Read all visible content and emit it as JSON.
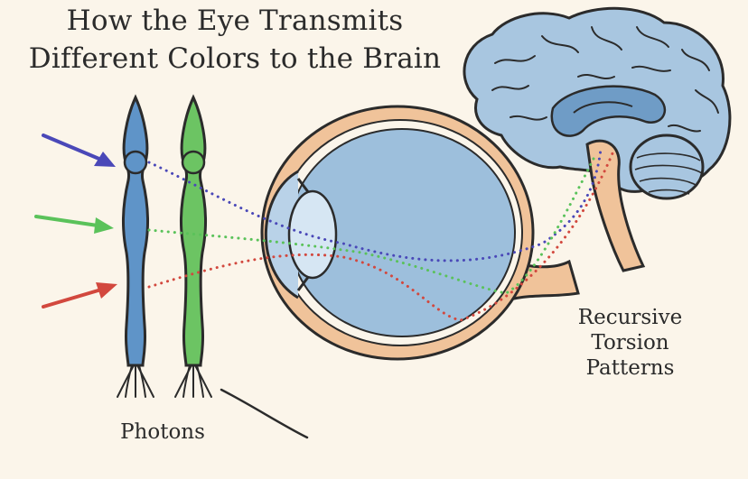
{
  "title": {
    "line1": "How the Eye Transmits",
    "line2": "Different Colors to the Brain"
  },
  "labels": {
    "photons": "Photons",
    "recursive_line1": "Recursive",
    "recursive_line2": "Torsion",
    "recursive_line3": "Patterns"
  },
  "colors": {
    "background": "#fbf5ea",
    "blue_photon": "#4a48b8",
    "green_photon": "#5ac25a",
    "red_photon": "#d2483e",
    "blue_cell": "#5f94c8",
    "green_cell": "#6cc463",
    "eye_blue": "#9dbfdc",
    "brain_blue": "#a8c6e0",
    "tissue_peach": "#f0c39a",
    "outline": "#2b2b2b"
  },
  "icons": [
    "blue-arrow-icon",
    "green-arrow-icon",
    "red-arrow-icon",
    "blue-receptor-cell",
    "green-receptor-cell",
    "eyeball",
    "brain"
  ]
}
